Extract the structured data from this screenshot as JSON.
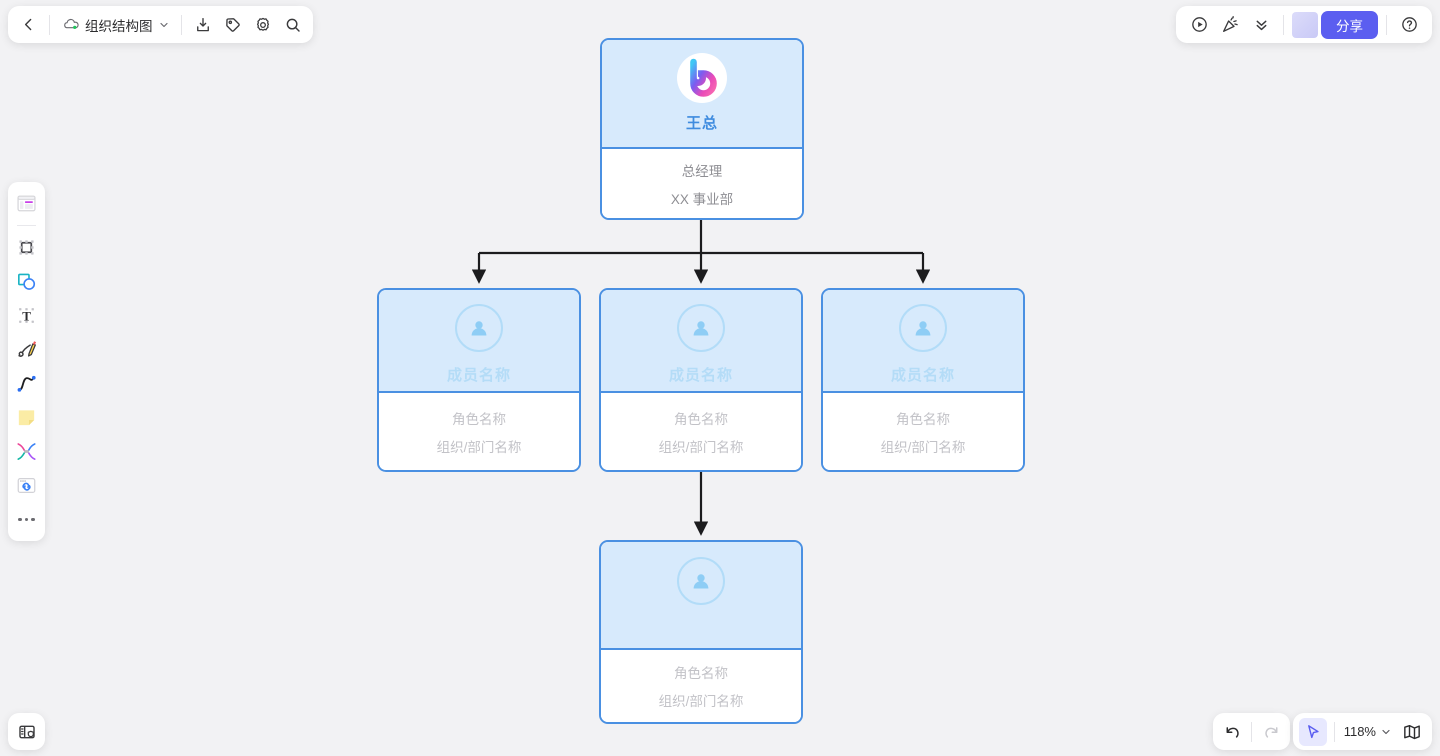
{
  "app": {
    "canvas_bg": "#f2f2f4",
    "accent": "#5b5ef0",
    "node_border": "#4a90e2",
    "node_head_bg": "#d7eafc",
    "placeholder_text": "#c2c2c7",
    "name_placeholder_text": "#b4dcf7"
  },
  "topbar_left": {
    "back_label": "back-icon",
    "cloud_status_icon": "cloud-synced-icon",
    "doc_title": "组织结构图",
    "title_chevron": "chevron-down-icon",
    "buttons": [
      {
        "name": "export-download-button",
        "icon": "download-box-icon"
      },
      {
        "name": "tag-button",
        "icon": "tag-icon"
      },
      {
        "name": "settings-button",
        "icon": "gear-icon"
      },
      {
        "name": "search-button",
        "icon": "search-icon"
      }
    ]
  },
  "topbar_right": {
    "buttons": [
      {
        "name": "present-button",
        "icon": "play-circle-icon"
      },
      {
        "name": "celebrate-button",
        "icon": "party-popper-icon"
      },
      {
        "name": "collapse-all-button",
        "icon": "double-chevron-down-icon"
      }
    ],
    "avatar_name": "user-avatar",
    "share_label": "分享",
    "help_icon": "question-circle-icon"
  },
  "sidebar": {
    "items": [
      {
        "name": "sidebar-item-template",
        "icon": "template-layout-icon"
      },
      {
        "name": "sidebar-item-frame",
        "icon": "frame-select-icon"
      },
      {
        "name": "sidebar-item-shapes",
        "icon": "shapes-icon"
      },
      {
        "name": "sidebar-item-text",
        "icon": "text-t-icon"
      },
      {
        "name": "sidebar-item-pen",
        "icon": "pen-draw-icon"
      },
      {
        "name": "sidebar-item-curve",
        "icon": "curve-line-icon"
      },
      {
        "name": "sidebar-item-sticky-note",
        "icon": "sticky-note-icon"
      },
      {
        "name": "sidebar-item-mindmap",
        "icon": "mindmap-connector-icon"
      },
      {
        "name": "sidebar-item-embed-link",
        "icon": "link-embed-icon"
      },
      {
        "name": "sidebar-item-more",
        "icon": "more-horizontal-icon"
      }
    ]
  },
  "bottom_left": {
    "name": "panel-toggle-button",
    "icon": "panel-shield-icon"
  },
  "bottom_right": {
    "undo_icon": "undo-arrow-icon",
    "redo_icon": "redo-arrow-icon",
    "redo_disabled": true,
    "pointer_icon": "cursor-pointer-icon",
    "zoom_level": "118%",
    "zoom_chevron": "chevron-down-icon",
    "minimap_icon": "minimap-book-icon"
  },
  "chart_data": {
    "type": "diagram",
    "diagram_kind": "org-chart",
    "title": "组织结构图",
    "nodes": [
      {
        "id": "root",
        "avatar": "b-logo-gradient",
        "name": "王总",
        "role": "总经理",
        "dept": "XX 事业部",
        "name_is_placeholder": false,
        "role_is_placeholder": false
      },
      {
        "id": "c1",
        "avatar": "person-placeholder-icon",
        "name": "成员名称",
        "role": "角色名称",
        "dept": "组织/部门名称",
        "name_is_placeholder": true,
        "role_is_placeholder": true
      },
      {
        "id": "c2",
        "avatar": "person-placeholder-icon",
        "name": "成员名称",
        "role": "角色名称",
        "dept": "组织/部门名称",
        "name_is_placeholder": true,
        "role_is_placeholder": true
      },
      {
        "id": "c3",
        "avatar": "person-placeholder-icon",
        "name": "成员名称",
        "role": "角色名称",
        "dept": "组织/部门名称",
        "name_is_placeholder": true,
        "role_is_placeholder": true
      },
      {
        "id": "g1",
        "avatar": "person-placeholder-icon",
        "name": "",
        "role": "角色名称",
        "dept": "组织/部门名称",
        "name_is_placeholder": true,
        "role_is_placeholder": true
      }
    ],
    "edges": [
      {
        "from": "root",
        "to": "c1"
      },
      {
        "from": "root",
        "to": "c2"
      },
      {
        "from": "root",
        "to": "c3"
      },
      {
        "from": "c2",
        "to": "g1"
      }
    ],
    "edge_color": "#1c1c1e",
    "edge_style": "orthogonal-arrow"
  }
}
